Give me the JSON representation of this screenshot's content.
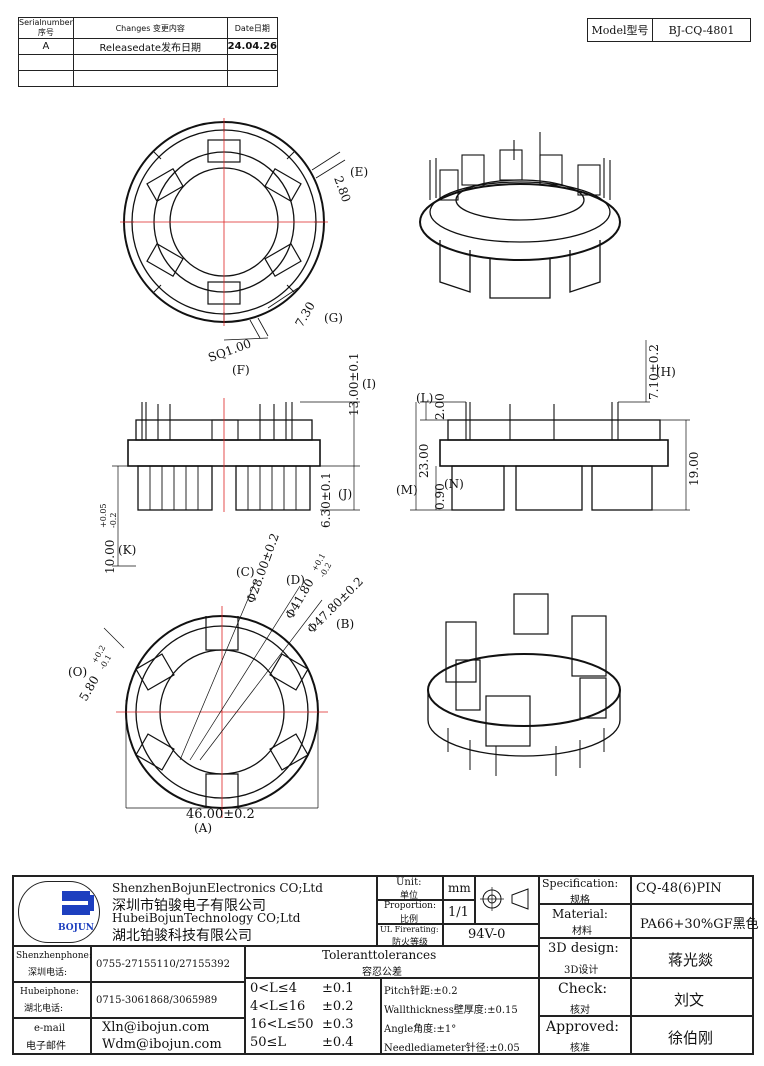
{
  "revision": {
    "headers": [
      "Serialnumber序号",
      "Changes 变更内容",
      "Date日期"
    ],
    "rows": [
      [
        "A",
        "Releasedate发布日期",
        "24.04.26"
      ],
      [
        "",
        "",
        ""
      ],
      [
        "",
        "",
        ""
      ]
    ]
  },
  "model": {
    "label": "Model型号",
    "value": "BJ-CQ-4801"
  },
  "dims": {
    "E": "(E)",
    "e_val": "2.80",
    "G": "(G)",
    "g_val": "7.30",
    "F": "(F)",
    "f_val": "SQ1.00",
    "I": "(I)",
    "i_val": "13.00±0.1",
    "J": "(J)",
    "j_val": "6.30±0.1",
    "K": "(K)",
    "k_val": "10.00",
    "k_tol_up": "+0.05",
    "k_tol_dn": "-0.2",
    "L": "(L)",
    "l_val": "2.00",
    "H": "(H)",
    "h_val": "7.10±0.2",
    "M": "(M)",
    "m_val": "23.00",
    "N": "(N)",
    "n_val": "0.90",
    "h19": "19.00",
    "C": "(C)",
    "c_val": "Φ28.00±0.2",
    "D": "(D)",
    "d_val": "Φ41.80",
    "d_tol_up": "+0.1",
    "d_tol_dn": "-0.2",
    "B": "(B)",
    "b_val": "Φ47.80±0.2",
    "O": "(O)",
    "o_val": "5.80",
    "o_tol_up": "+0.2",
    "o_tol_dn": "-0.1",
    "A": "(A)",
    "a_val": "46.00±0.2"
  },
  "titleblock": {
    "company_en1": "ShenzhenBojunElectronics CO;Ltd",
    "company_cn1": "深圳市铂骏电子有限公司",
    "company_en2": "HubeiBojunTechnology CO;Ltd",
    "company_cn2": "湖北铂骏科技有限公司",
    "logo_text": "BOJUN",
    "unit_label": "Unit:",
    "unit_label_cn": "单位",
    "unit_value": "mm",
    "proportion_label": "Proportion:",
    "proportion_label_cn": "比例",
    "proportion_value": "1/1",
    "fire_label": "UL Firerating:",
    "fire_label_cn": "防火等级",
    "fire_value": "94V-0",
    "spec_label": "Specification:",
    "spec_label_cn": "规格",
    "spec_value": "CQ-48(6)PIN",
    "material_label": "Material:",
    "material_label_cn": "材料",
    "material_value": "PA66+30%GF黑色",
    "design_label": "3D design:",
    "design_label_cn": "3D设计",
    "design_value": "蒋光燚",
    "check_label": "Check:",
    "check_label_cn": "核对",
    "check_value": "刘文",
    "approved_label": "Approved:",
    "approved_label_cn": "核准",
    "approved_value": "徐伯刚",
    "sz_phone_label": "Shenzhenphone:",
    "sz_phone_label_cn": "深圳电话:",
    "sz_phone": "0755-27155110/27155392",
    "hb_phone_label": "Hubeiphone:",
    "hb_phone_label_cn": "湖北电话:",
    "hb_phone": "0715-3061868/3065989",
    "email_label": "e-mail",
    "email_label_cn": "电子邮件",
    "email1": "Xln@ibojun.com",
    "email2": "Wdm@ibojun.com",
    "tol_title": "Toleranttolerances",
    "tol_title_cn": "容忍公差",
    "tol_rows": [
      [
        "0<L≤4",
        "±0.1"
      ],
      [
        "4<L≤16",
        "±0.2"
      ],
      [
        "16<L≤50",
        "±0.3"
      ],
      [
        "50≤L",
        "±0.4"
      ]
    ],
    "pitch": "Pitch针距:±0.2",
    "wall": "Wallthickness壁厚度:±0.15",
    "angle": "Angle角度:±1°",
    "needle": "Needlediameter针径:±0.05"
  }
}
